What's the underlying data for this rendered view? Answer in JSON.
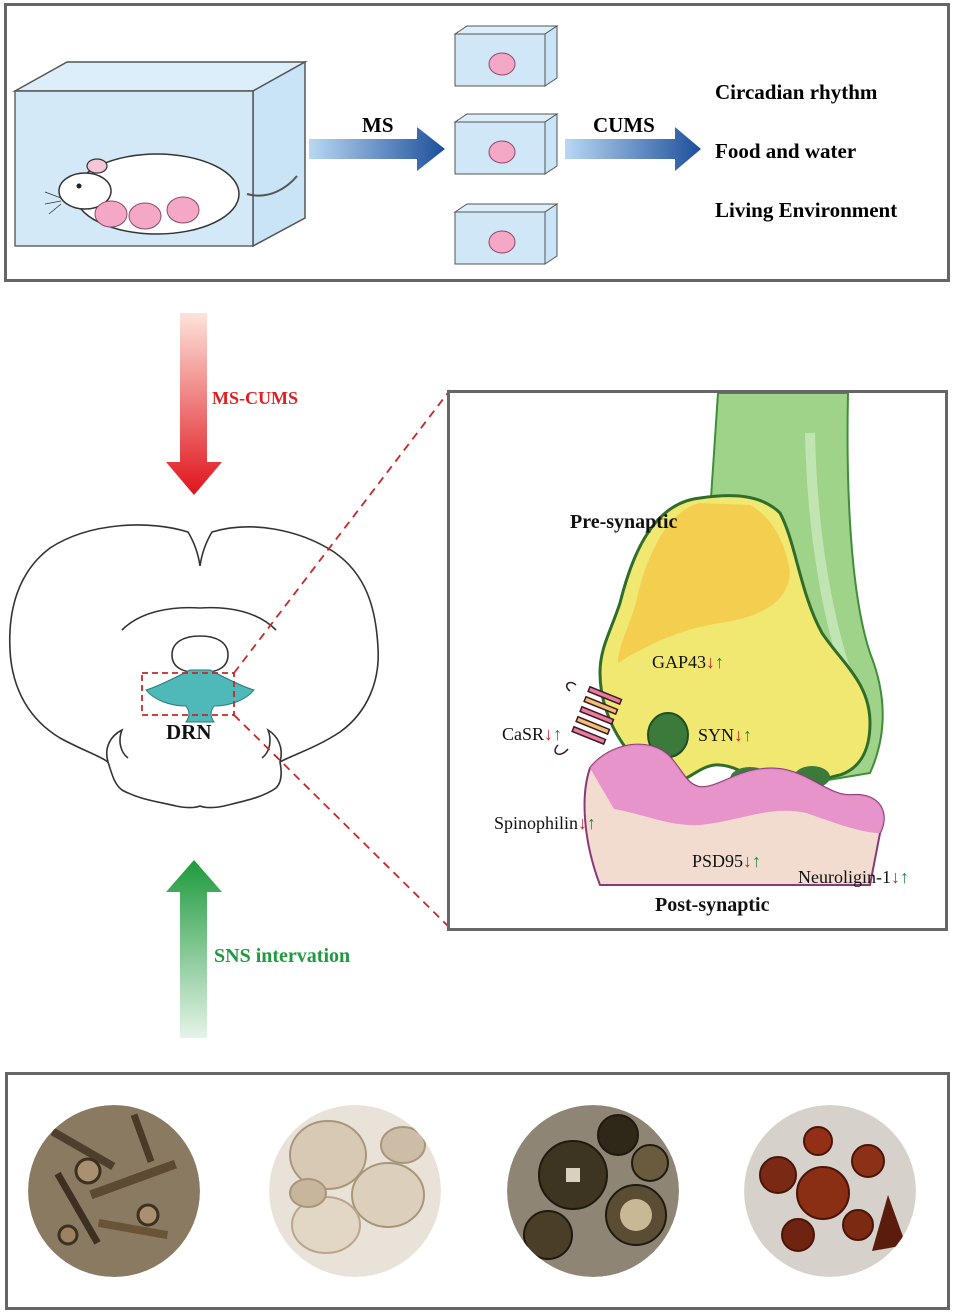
{
  "top_panel": {
    "arrow_ms_label": "MS",
    "arrow_cums_label": "CUMS",
    "stressors": [
      "Circadian rhythm",
      "Food and water",
      "Living Environment"
    ]
  },
  "middle": {
    "ms_cums_label": "MS-CUMS",
    "brain_region_label": "DRN",
    "sns_label": "SNS intervation"
  },
  "synapse_panel": {
    "pre_label": "Pre-synaptic",
    "post_label": "Post-synaptic",
    "markers": [
      {
        "name": "GAP43",
        "model": "down",
        "treatment": "up"
      },
      {
        "name": "CaSR",
        "model": "down",
        "treatment": "up"
      },
      {
        "name": "SYN",
        "model": "down",
        "treatment": "up"
      },
      {
        "name": "Spinophilin",
        "model": "down",
        "treatment": "up"
      },
      {
        "name": "PSD95",
        "model": "down",
        "treatment": "up"
      },
      {
        "name": "Neuroligin-1",
        "model": "down",
        "treatment": "up"
      }
    ],
    "arrow_down_glyph": "↓",
    "arrow_up_glyph": "↑"
  },
  "colors": {
    "model_arrow": "#d92020",
    "treatment_arrow": "#1a8a3a",
    "ms_cums_text": "#e02020",
    "sns_text": "#1f9a3f",
    "drn_fill": "#4fb8b8",
    "presynaptic_fill": "#f0e870",
    "postsynaptic_fill": "#f2dcd0",
    "membrane_pink": "#e48cc8",
    "axon_green": "#9fd38a"
  },
  "herbs": [
    {
      "name": "herb-photo-1",
      "base": "#8a7a62",
      "piece": "#4e3f2c"
    },
    {
      "name": "herb-photo-2",
      "base": "#e9e2d8",
      "piece": "#b9a68c"
    },
    {
      "name": "herb-photo-3",
      "base": "#8e8574",
      "piece": "#3d3522"
    },
    {
      "name": "herb-photo-4",
      "base": "#d7d1cb",
      "piece": "#7a2a14"
    }
  ]
}
